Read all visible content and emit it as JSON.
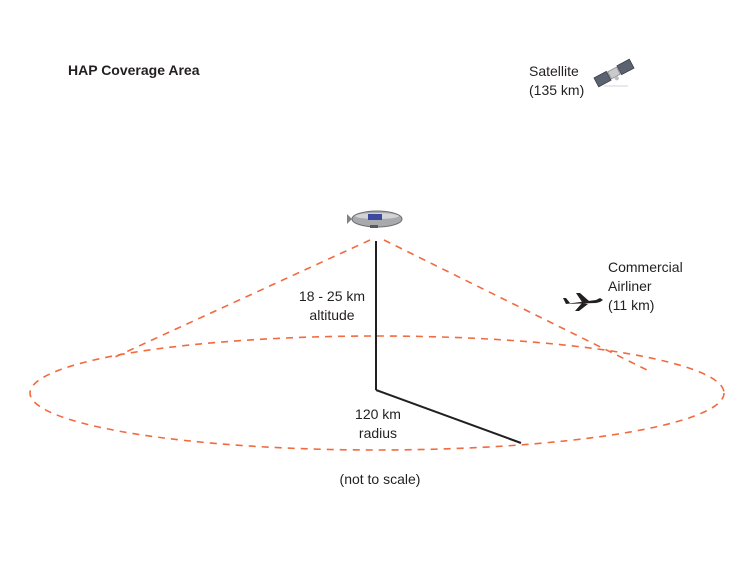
{
  "title": "HAP Coverage Area",
  "satellite": {
    "name": "Satellite",
    "altitude": "(135 km)",
    "icon": "satellite-icon"
  },
  "airliner": {
    "line1": "Commercial",
    "line2": "Airliner",
    "altitude": "(11 km)",
    "icon": "airplane-icon"
  },
  "hap": {
    "icon": "airship-icon",
    "altitude_value": "18 - 25 km",
    "altitude_word": "altitude",
    "radius_value": "120 km",
    "radius_word": "radius"
  },
  "note": "(not to scale)",
  "colors": {
    "coverage_dash": "#f26a3f",
    "lines": "#231f20",
    "text": "#231f20"
  }
}
